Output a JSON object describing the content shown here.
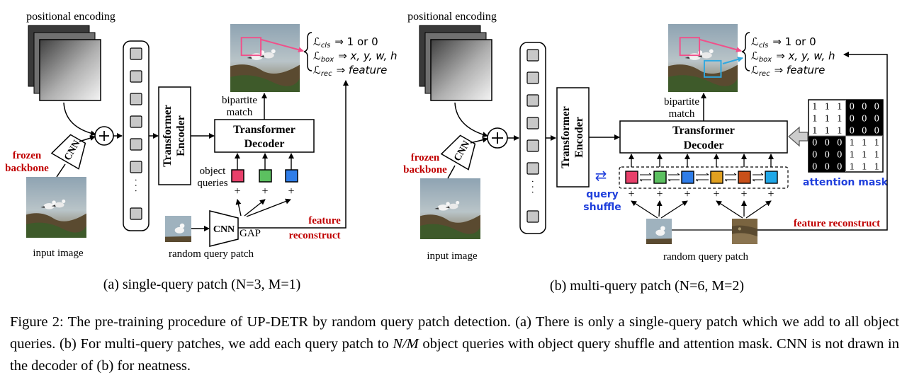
{
  "panel_a": {
    "positional_encoding": "positional encoding",
    "frozen_backbone_1": "frozen",
    "frozen_backbone_2": "backbone",
    "cnn": "CNN",
    "input_image": "input image",
    "transformer_encoder_1": "Transformer",
    "transformer_encoder_2": "Encoder",
    "transformer_decoder_1": "Transformer",
    "transformer_decoder_2": "Decoder",
    "bipartite_1": "bipartite",
    "bipartite_2": "match",
    "object_queries_1": "object",
    "object_queries_2": "queries",
    "random_query_patch": "random query patch",
    "cnn2": "CNN",
    "gap": "GAP",
    "feature_1": "feature",
    "feature_2": "reconstruct",
    "dots": "·  ·  ·",
    "plus": "+",
    "caption": "(a) single-query patch (N=3, M=1)"
  },
  "losses": {
    "cls": "ℒ_cls ⇒ 1 or 0",
    "cls_name": "ℒ",
    "cls_sub": "cls",
    "cls_rhs": "⇒ 1 or 0",
    "box_sub": "box",
    "box_rhs": "⇒ x, y, w, h",
    "rec_sub": "rec",
    "rec_rhs": "⇒ feature"
  },
  "panel_b": {
    "positional_encoding": "positional encoding",
    "frozen_backbone_1": "frozen",
    "frozen_backbone_2": "backbone",
    "cnn": "CNN",
    "input_image": "input image",
    "transformer_encoder_1": "Transformer",
    "transformer_encoder_2": "Encoder",
    "transformer_decoder_1": "Transformer",
    "transformer_decoder_2": "Decoder",
    "bipartite_1": "bipartite",
    "bipartite_2": "match",
    "query_shuffle_1": "query",
    "query_shuffle_2": "shuffle",
    "random_query_patch": "random query patch",
    "feature_reconstruct": "feature reconstruct",
    "attention_mask": "attention mask",
    "mask_rows": [
      [
        "1",
        "1",
        "1",
        "0",
        "0",
        "0"
      ],
      [
        "1",
        "1",
        "1",
        "0",
        "0",
        "0"
      ],
      [
        "1",
        "1",
        "1",
        "0",
        "0",
        "0"
      ],
      [
        "0",
        "0",
        "0",
        "1",
        "1",
        "1"
      ],
      [
        "0",
        "0",
        "0",
        "1",
        "1",
        "1"
      ],
      [
        "0",
        "0",
        "0",
        "1",
        "1",
        "1"
      ]
    ],
    "caption": "(b) multi-query patch (N=6, M=2)"
  },
  "colors": {
    "red_label": "#c00000",
    "blue_label": "#1f3fdc",
    "query_red": "#e8406a",
    "query_green": "#5cc060",
    "query_blue": "#2f7de8",
    "query_gold": "#e0a020",
    "query_orange": "#c8501a",
    "query_cyan": "#20a8e8",
    "bbox_red": "#f0508a",
    "bbox_cyan": "#30a8e0"
  },
  "caption": {
    "p1": "Figure 2: The pre-training procedure of UP-DETR by random query patch detection. (a) There is only a single-query patch which we add to all object queries. (b) For multi-query patches, we add each query patch to ",
    "math": "N/M",
    "p2": " object queries with object query shuffle and attention mask. CNN is not drawn in the decoder of (b) for neatness."
  }
}
